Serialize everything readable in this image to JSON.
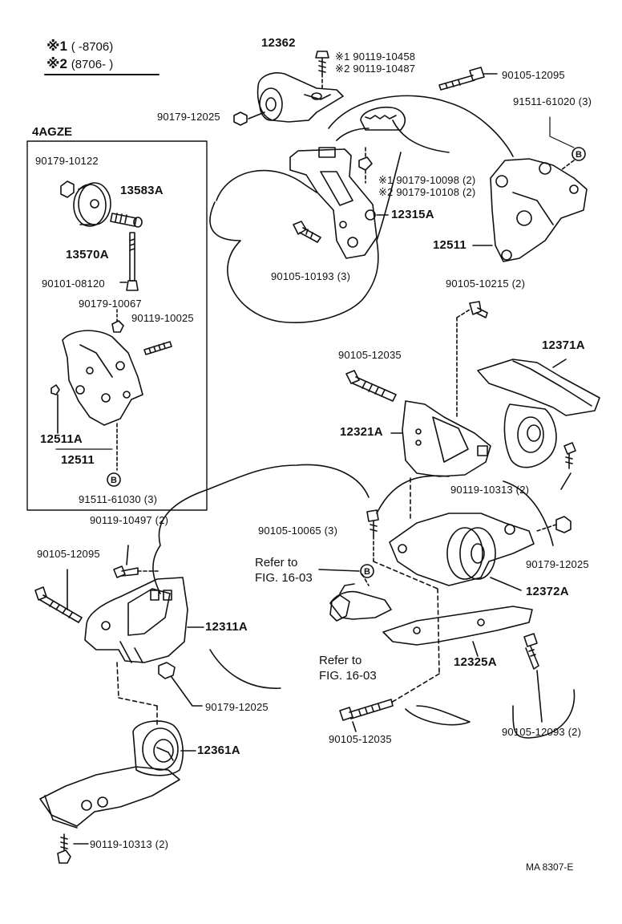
{
  "legend": {
    "note1_mark": "※1",
    "note1_range": "(       -8706)",
    "note2_mark": "※2",
    "note2_range": "(8706-         )"
  },
  "inset": {
    "title": "4AGZE"
  },
  "labels": {
    "p12362": "12362",
    "bolt_a_1": "※1 90119-10458",
    "bolt_a_2": "※2 90119-10487",
    "p90105_12095_top": "90105-12095",
    "p90179_12025_top": "90179-12025",
    "p91511_61020": "91511-61020 (3)",
    "bolt_b_1": "※1 90179-10098 (2)",
    "bolt_b_2": "※2 90179-10108 (2)",
    "p12315A": "12315A",
    "p12511_right": "12511",
    "p90105_10193": "90105-10193 (3)",
    "p90105_10215": "90105-10215 (2)",
    "p90179_10122": "90179-10122",
    "p13583A": "13583A",
    "p13570A": "13570A",
    "p90101_08120": "90101-08120",
    "p90179_10067": "90179-10067",
    "p90119_10025": "90119-10025",
    "p12511A": "12511A",
    "p12511_inset": "12511",
    "p91511_61030": "91511-61030 (3)",
    "p90105_12035_upper": "90105-12035",
    "p12371A": "12371A",
    "p12321A": "12321A",
    "p90119_10313_right": "90119-10313 (2)",
    "p90119_10497": "90119-10497 (2)",
    "p90105_12095_left": "90105-12095",
    "p90105_10065": "90105-10065 (3)",
    "p90179_12025_right": "90179-12025",
    "refer1_line1": "Refer to",
    "refer1_line2": "FIG. 16-03",
    "p12372A": "12372A",
    "p12311A": "12311A",
    "refer2_line1": "Refer to",
    "refer2_line2": "FIG. 16-03",
    "p12325A": "12325A",
    "p90179_12025_bottom": "90179-12025",
    "p12361A": "12361A",
    "p90105_12035_lower": "90105-12035",
    "p90105_12093": "90105-12093 (2)",
    "p90119_10313_bottom": "90119-10313 (2)",
    "ref_mark": "B",
    "catalog_code": "MA  8307-E"
  }
}
